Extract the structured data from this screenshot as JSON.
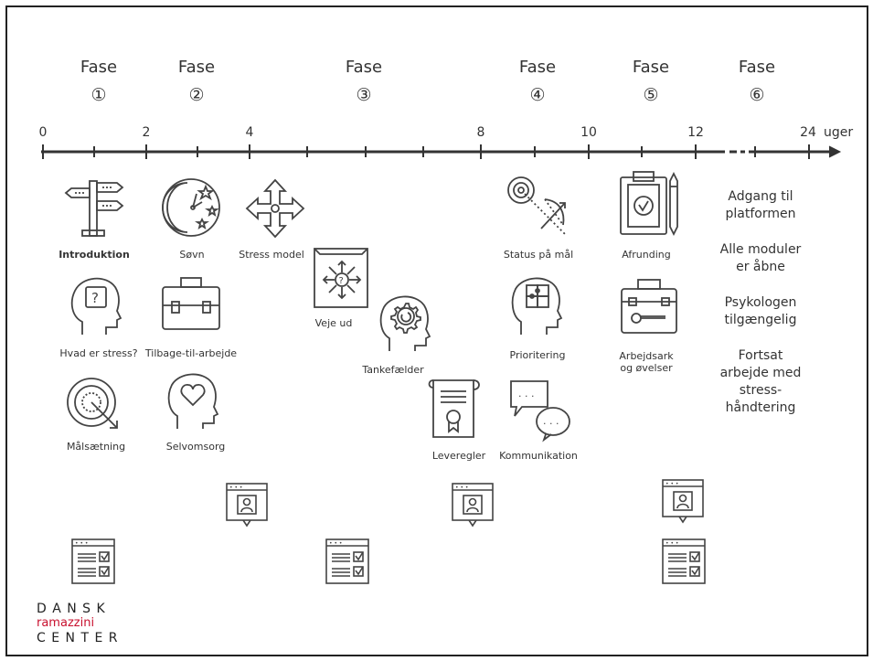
{
  "phases": [
    {
      "label": "Fase",
      "number": "①"
    },
    {
      "label": "Fase",
      "number": "②"
    },
    {
      "label": "Fase",
      "number": "③"
    },
    {
      "label": "Fase",
      "number": "④"
    },
    {
      "label": "Fase",
      "number": "⑤"
    },
    {
      "label": "Fase",
      "number": "⑥"
    }
  ],
  "timeline": {
    "ticks": [
      "0",
      "2",
      "4",
      "8",
      "10",
      "12",
      "24"
    ],
    "unit": "uger"
  },
  "modules": {
    "introduktion": "Introduktion",
    "sovn": "Søvn",
    "stress_model": "Stress model",
    "veje_ud": "Veje ud",
    "hvad_er_stress": "Hvad er stress?",
    "tilbage_til_arbejde": "Tilbage-til-arbejde",
    "maalsaetning": "Målsætning",
    "selvomsorg": "Selvomsorg",
    "tankefaelder": "Tankefælder",
    "leveregler": "Leveregler",
    "status_paa_maal": "Status på mål",
    "prioritering": "Prioritering",
    "kommunikation": "Kommunikation",
    "afrunding": "Afrunding",
    "arbejdsark_line1": "Arbejdsark",
    "arbejdsark_line2": "og øvelser"
  },
  "phase6_notes": {
    "note1_line1": "Adgang til",
    "note1_line2": "platformen",
    "note2_line1": "Alle moduler",
    "note2_line2": "er åbne",
    "note3_line1": "Psykologen",
    "note3_line2": "tilgængelig",
    "note4_line1": "Fortsat",
    "note4_line2": "arbejde med",
    "note4_line3": "stress-",
    "note4_line4": "håndtering"
  },
  "logo": {
    "line1": "D A N S K",
    "line2": "ramazzini",
    "line3": "C E N T E R",
    "accent_color": "#c8102e"
  },
  "colors": {
    "line": "#333333",
    "icon_stroke": "#444444"
  }
}
